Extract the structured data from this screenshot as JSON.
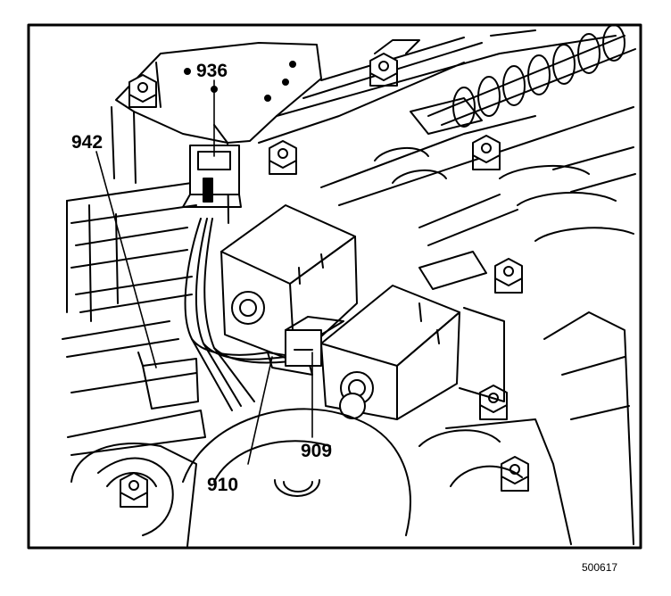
{
  "diagram": {
    "callouts": {
      "c936": "936",
      "c942": "942",
      "c909": "909",
      "c910": "910"
    },
    "figure_id": "500617"
  },
  "colors": {
    "line": "#000000",
    "background": "#ffffff"
  }
}
